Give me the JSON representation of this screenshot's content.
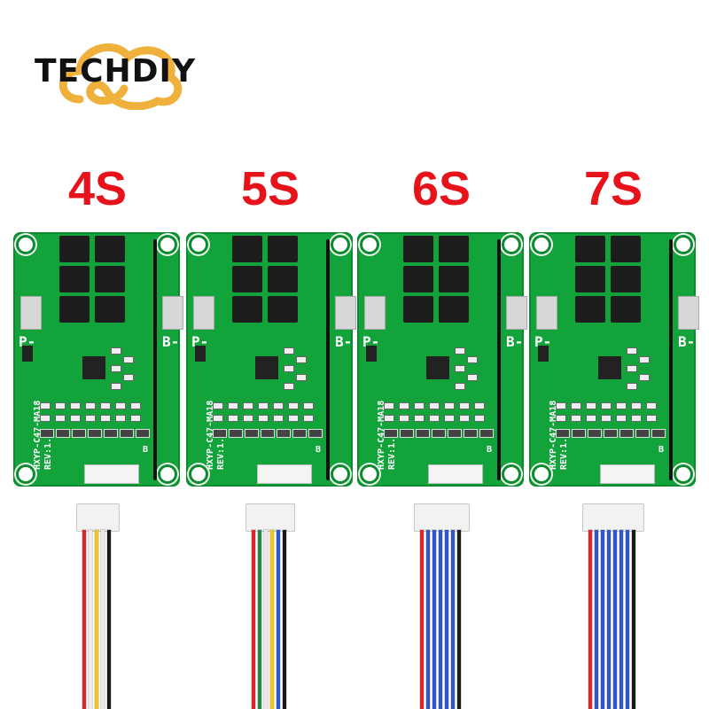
{
  "brand": {
    "logo_text": "TECHDIY",
    "logo_color": "#f0b13c"
  },
  "products": [
    {
      "label": "4S",
      "wire_colors": [
        "#d9252b",
        "#eaeaea",
        "#f2c318",
        "#eaeaea",
        "#1a1a1a"
      ]
    },
    {
      "label": "5S",
      "wire_colors": [
        "#d9252b",
        "#1e8a4a",
        "#eaeaea",
        "#f2c318",
        "#2f56c9",
        "#1a1a1a"
      ]
    },
    {
      "label": "6S",
      "wire_colors": [
        "#d9252b",
        "#2f56c9",
        "#2f56c9",
        "#2f56c9",
        "#2f56c9",
        "#2f56c9",
        "#1a1a1a"
      ]
    },
    {
      "label": "7S",
      "wire_colors": [
        "#d9252b",
        "#2f56c9",
        "#2f56c9",
        "#2f56c9",
        "#2f56c9",
        "#2f56c9",
        "#2f56c9",
        "#1a1a1a"
      ]
    }
  ],
  "board_silkscreen": {
    "p_minus": "P-",
    "b_minus": "B-",
    "b": "B",
    "model": "HXYP-C47-MA18",
    "rev": "REV:1.0"
  },
  "colors": {
    "label_red": "#e8121a",
    "pcb_green": "#12a33a"
  }
}
